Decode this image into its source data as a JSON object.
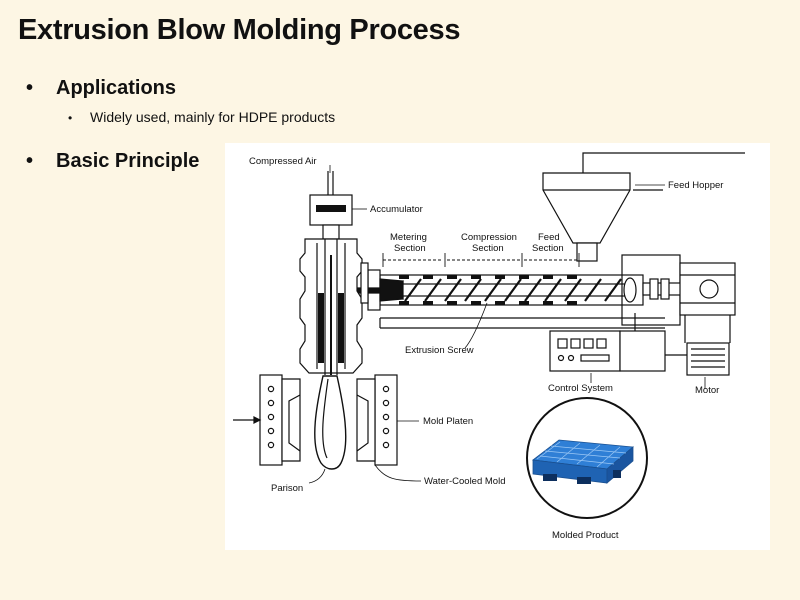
{
  "slide": {
    "title": "Extrusion Blow Molding Process",
    "bullets": [
      {
        "label": "Applications",
        "sub": [
          "Widely used, mainly for HDPE products"
        ]
      },
      {
        "label": "Basic Principle"
      }
    ]
  },
  "diagram": {
    "labels": {
      "compressed_air": "Compressed Air",
      "accumulator": "Accumulator",
      "feed_hopper": "Feed Hopper",
      "metering_1": "Metering",
      "metering_2": "Section",
      "compression_1": "Compression",
      "compression_2": "Section",
      "feed_1": "Feed",
      "feed_2": "Section",
      "extrusion_screw": "Extrusion Screw",
      "control_system": "Control System",
      "motor": "Motor",
      "mold_platen": "Mold Platen",
      "parison": "Parison",
      "water_cooled_mold": "Water-Cooled Mold",
      "molded_product": "Molded Product"
    },
    "colors": {
      "pallet": "#2f7fd6",
      "line": "#111111"
    }
  }
}
